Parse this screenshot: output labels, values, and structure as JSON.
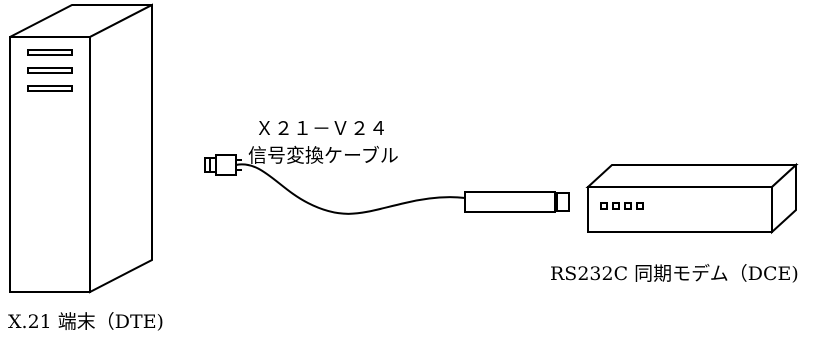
{
  "colors": {
    "stroke": "#000000",
    "background": "#ffffff"
  },
  "cable": {
    "label_line1": "Ｘ２１－Ｖ２４",
    "label_line2": "信号変換ケーブル"
  },
  "dte": {
    "label": "X.21 端末（DTE)"
  },
  "dce": {
    "label": "RS232C 同期モデム（DCE)",
    "indicator_count": 4
  }
}
